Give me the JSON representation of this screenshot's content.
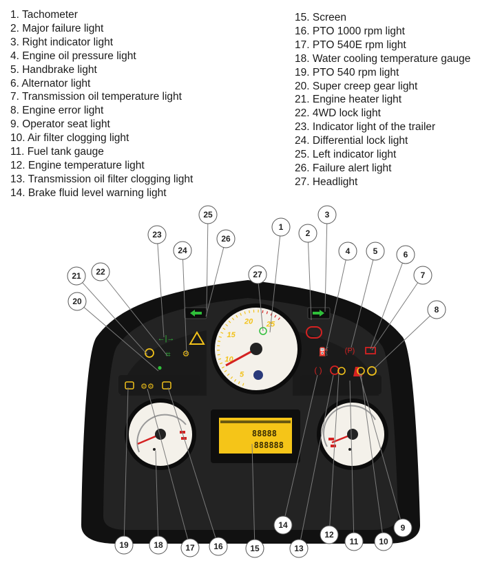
{
  "legend": [
    {
      "num": "1",
      "label": "Tachometer"
    },
    {
      "num": "2",
      "label": "Major failure light"
    },
    {
      "num": "3",
      "label": "Right indicator light"
    },
    {
      "num": "4",
      "label": "Engine oil pressure light"
    },
    {
      "num": "5",
      "label": "Handbrake light"
    },
    {
      "num": "6",
      "label": "Alternator light"
    },
    {
      "num": "7",
      "label": "Transmission oil  temperature light"
    },
    {
      "num": "8",
      "label": "Engine error light"
    },
    {
      "num": "9",
      "label": "Operator seat light"
    },
    {
      "num": "10",
      "label": "Air filter clogging light"
    },
    {
      "num": "11",
      "label": "Fuel tank gauge"
    },
    {
      "num": "12",
      "label": "Engine temperature light"
    },
    {
      "num": "13",
      "label": "Transmission oil filter clogging light"
    },
    {
      "num": "14",
      "label": "Brake fluid level warning light"
    },
    {
      "num": "15",
      "label": "Screen"
    },
    {
      "num": "16",
      "label": "PTO 1000 rpm light"
    },
    {
      "num": "17",
      "label": "PTO 540E rpm light"
    },
    {
      "num": "18",
      "label": "Water cooling temperature gauge"
    },
    {
      "num": "19",
      "label": "PTO 540 rpm light"
    },
    {
      "num": "20",
      "label": "Super creep gear light"
    },
    {
      "num": "21",
      "label": "Engine heater light"
    },
    {
      "num": "22",
      "label": "4WD lock light"
    },
    {
      "num": "23",
      "label": "Indicator light of the trailer"
    },
    {
      "num": "24",
      "label": "Differential lock light"
    },
    {
      "num": "25",
      "label": "Left indicator light"
    },
    {
      "num": "26",
      "label": "Failure alert light"
    },
    {
      "num": "27",
      "label": "Headlight"
    }
  ],
  "tachometer": {
    "ticks": [
      "5",
      "10",
      "15",
      "20",
      "25"
    ]
  },
  "screen": {
    "line1": "88888",
    "line2": "888888"
  },
  "colors": {
    "panel": "#262626",
    "bezel": "#0d0d0d",
    "amber": "#f2c21a",
    "green": "#2fbf3a",
    "red": "#d42222",
    "lcd": "#f5c518",
    "gauge_face": "#f4f1ea",
    "leader": "#7a7a7a"
  }
}
